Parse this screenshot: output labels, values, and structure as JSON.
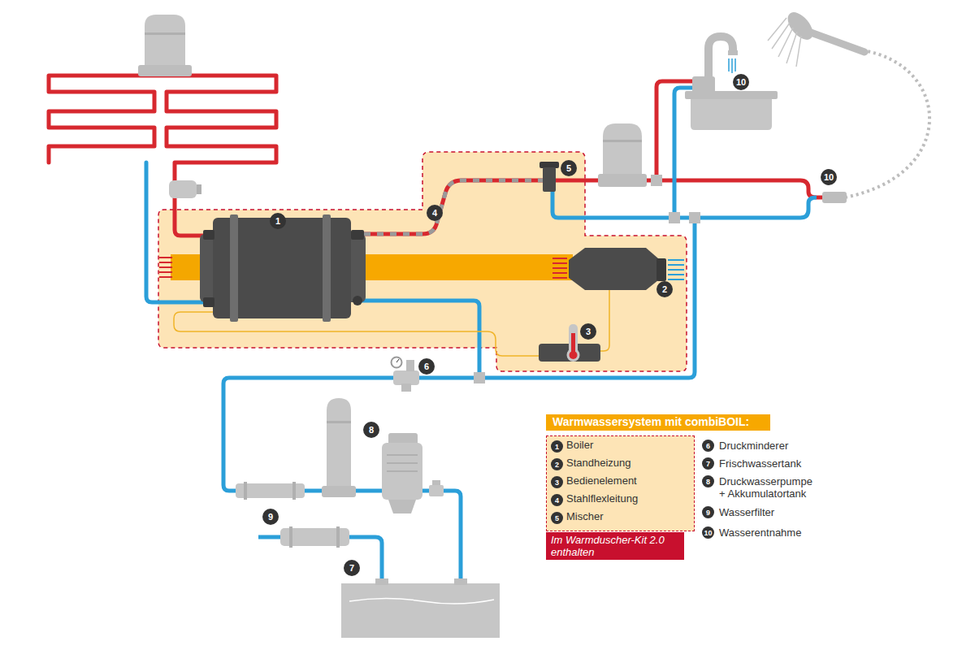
{
  "diagram": {
    "nodes": [
      {
        "text": [
          "10"
        ]
      },
      {
        "text": [
          "5"
        ]
      },
      {
        "text": [
          "10"
        ]
      },
      {
        "text": [
          "4"
        ]
      },
      {
        "text": [
          "1"
        ]
      },
      {
        "text": [
          "2"
        ]
      },
      {
        "text": [
          "3"
        ]
      },
      {
        "text": [
          "6"
        ]
      },
      {
        "text": [
          "8"
        ]
      },
      {
        "text": [
          "9"
        ]
      },
      {
        "text": [
          "7"
        ]
      },
      {
        "text": [
          "Warmwassersystem mit combiBOIL:"
        ]
      },
      {
        "text": [
          "Boiler",
          "Standheizung",
          "Bedienelement",
          "Stahlflexleitung",
          "Mischer"
        ]
      },
      {
        "text": [
          "1"
        ],
        "in": 12
      },
      {
        "text": [
          "2"
        ],
        "in": 12
      },
      {
        "text": [
          "3"
        ],
        "in": 12
      },
      {
        "text": [
          "4"
        ],
        "in": 12
      },
      {
        "text": [
          "5"
        ],
        "in": 12
      },
      {
        "text": [
          "6"
        ]
      },
      {
        "text": [
          "7"
        ]
      },
      {
        "text": [
          "8"
        ]
      },
      {
        "text": [
          "9"
        ]
      },
      {
        "text": [
          "10"
        ]
      },
      {
        "text": [
          "Im Warmduscher-Kit 2.0 enthalten"
        ]
      }
    ],
    "labels": [
      "Druckminderer",
      "Frischwassertank",
      "Druckwasserpumpe + Akkumulatortank",
      "Wasserfilter",
      "Wasserentnahme"
    ]
  }
}
